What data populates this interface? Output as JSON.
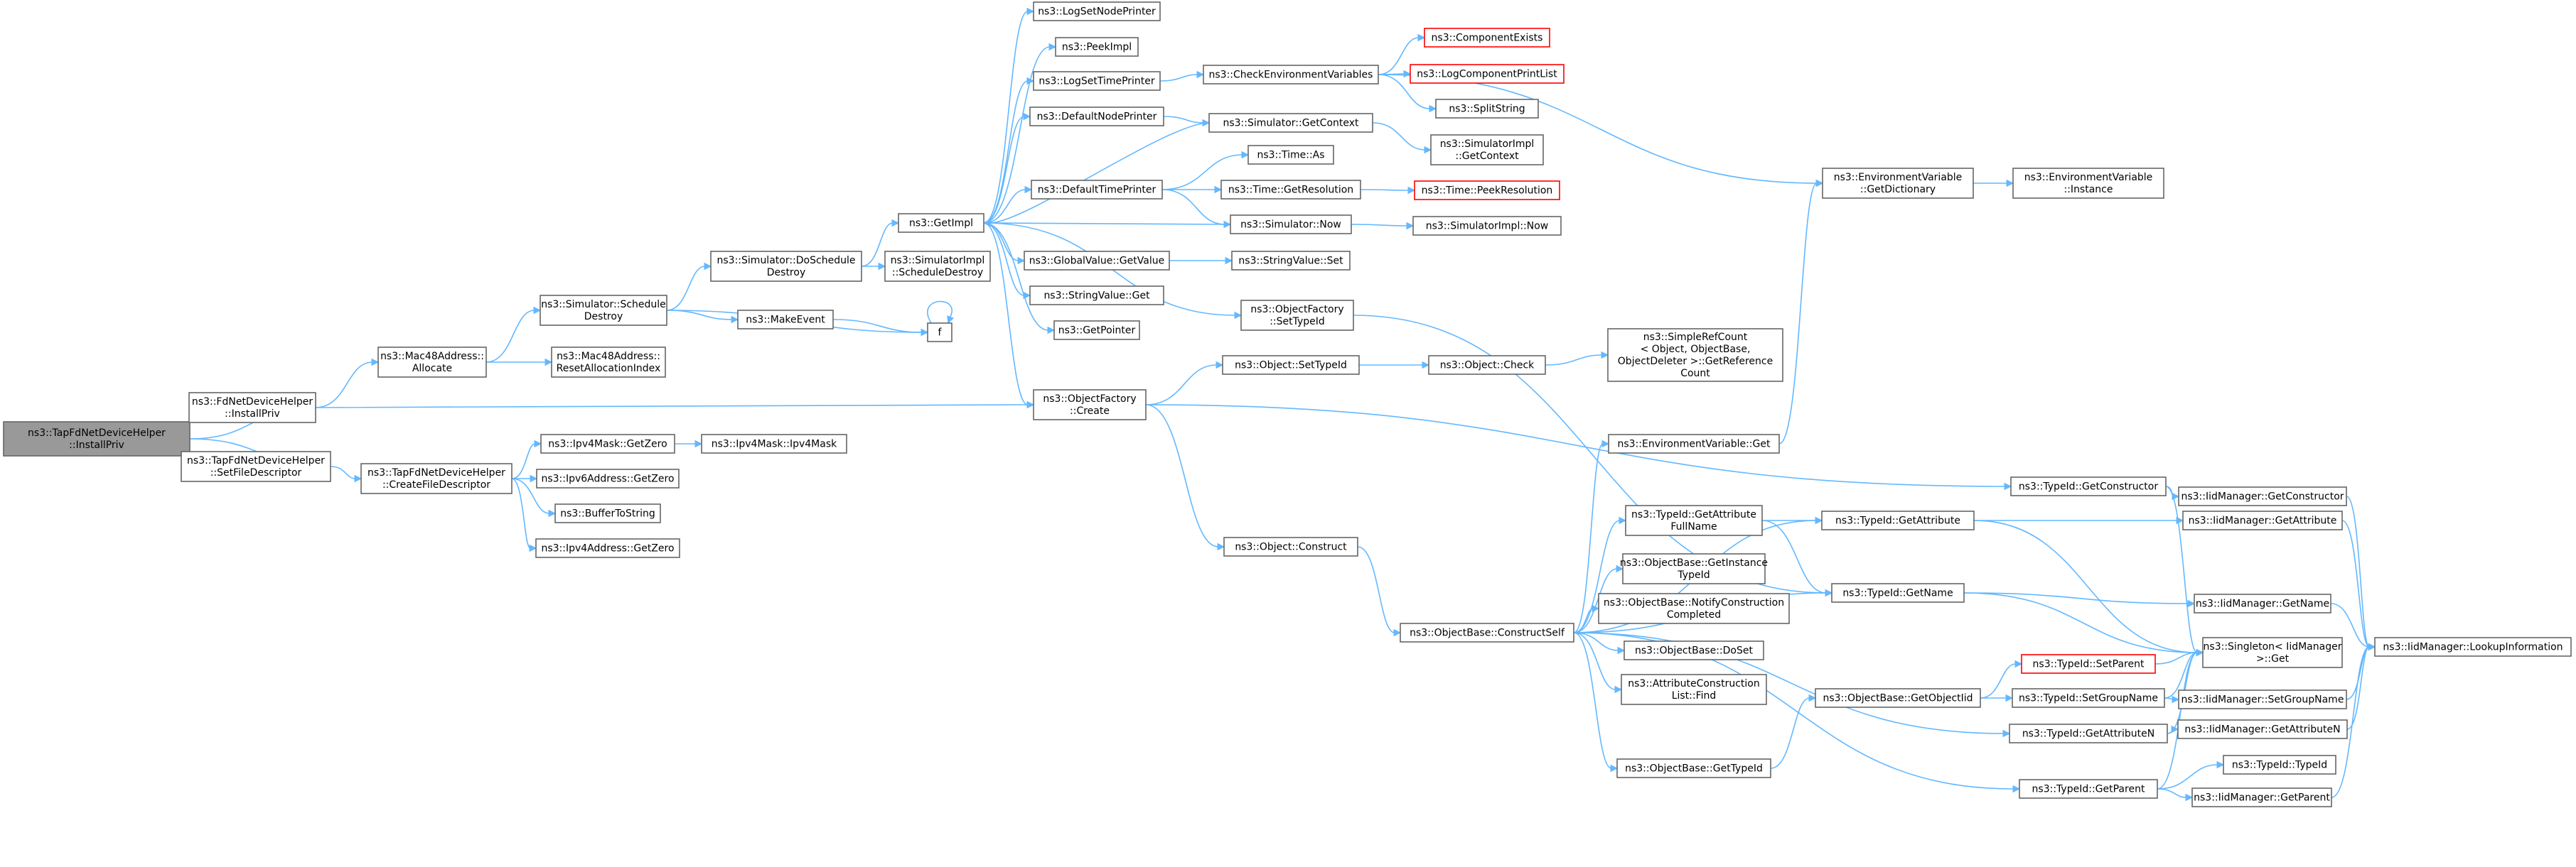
{
  "colors": {
    "edge": "#63b8ff",
    "node_border": "#666666",
    "node_border_incomplete": "#ff0000",
    "root_fill": "#999999",
    "node_fill": "#ffffff"
  },
  "nodes": [
    {
      "id": "root",
      "lines": [
        "ns3::TapFdNetDeviceHelper",
        "::InstallPriv"
      ],
      "style": "root"
    },
    {
      "id": "fd_install",
      "lines": [
        "ns3::FdNetDeviceHelper",
        "::InstallPriv"
      ]
    },
    {
      "id": "set_fd",
      "lines": [
        "ns3::TapFdNetDeviceHelper",
        "::SetFileDescriptor"
      ]
    },
    {
      "id": "mac_alloc",
      "lines": [
        "ns3::Mac48Address::",
        "Allocate"
      ]
    },
    {
      "id": "obj_factory_create",
      "lines": [
        "ns3::ObjectFactory",
        "::Create"
      ]
    },
    {
      "id": "create_fd",
      "lines": [
        "ns3::TapFdNetDeviceHelper",
        "::CreateFileDescriptor"
      ]
    },
    {
      "id": "sim_sched_destroy",
      "lines": [
        "ns3::Simulator::Schedule",
        "Destroy"
      ]
    },
    {
      "id": "mac_reset",
      "lines": [
        "ns3::Mac48Address::",
        "ResetAllocationIndex"
      ]
    },
    {
      "id": "sim_do_sched_destroy",
      "lines": [
        "ns3::Simulator::DoSchedule",
        "Destroy"
      ]
    },
    {
      "id": "make_event",
      "lines": [
        "ns3::MakeEvent"
      ]
    },
    {
      "id": "f",
      "lines": [
        "f"
      ]
    },
    {
      "id": "get_impl",
      "lines": [
        "ns3::GetImpl"
      ]
    },
    {
      "id": "simimpl_sched_destroy",
      "lines": [
        "ns3::SimulatorImpl",
        "::ScheduleDestroy"
      ]
    },
    {
      "id": "log_set_node_printer",
      "lines": [
        "ns3::LogSetNodePrinter"
      ]
    },
    {
      "id": "peek_impl",
      "lines": [
        "ns3::PeekImpl"
      ]
    },
    {
      "id": "log_set_time_printer",
      "lines": [
        "ns3::LogSetTimePrinter"
      ]
    },
    {
      "id": "default_node_printer",
      "lines": [
        "ns3::DefaultNodePrinter"
      ]
    },
    {
      "id": "default_time_printer",
      "lines": [
        "ns3::DefaultTimePrinter"
      ]
    },
    {
      "id": "global_value_get",
      "lines": [
        "ns3::GlobalValue::GetValue"
      ]
    },
    {
      "id": "string_value_get",
      "lines": [
        "ns3::StringValue::Get"
      ]
    },
    {
      "id": "get_pointer",
      "lines": [
        "ns3::GetPointer"
      ]
    },
    {
      "id": "obj_factory_set_tid",
      "lines": [
        "ns3::ObjectFactory",
        "::SetTypeId"
      ]
    },
    {
      "id": "check_env_vars",
      "lines": [
        "ns3::CheckEnvironmentVariables"
      ]
    },
    {
      "id": "sim_get_context",
      "lines": [
        "ns3::Simulator::GetContext"
      ]
    },
    {
      "id": "time_as",
      "lines": [
        "ns3::Time::As"
      ]
    },
    {
      "id": "time_get_resolution",
      "lines": [
        "ns3::Time::GetResolution"
      ]
    },
    {
      "id": "sim_now",
      "lines": [
        "ns3::Simulator::Now"
      ]
    },
    {
      "id": "string_value_set",
      "lines": [
        "ns3::StringValue::Set"
      ]
    },
    {
      "id": "component_exists",
      "lines": [
        "ns3::ComponentExists"
      ],
      "style": "red"
    },
    {
      "id": "log_component_print_list",
      "lines": [
        "ns3::LogComponentPrintList"
      ],
      "style": "red"
    },
    {
      "id": "split_string",
      "lines": [
        "ns3::SplitString"
      ]
    },
    {
      "id": "simimpl_get_context",
      "lines": [
        "ns3::SimulatorImpl",
        "::GetContext"
      ]
    },
    {
      "id": "time_peek_resolution",
      "lines": [
        "ns3::Time::PeekResolution"
      ],
      "style": "red"
    },
    {
      "id": "simimpl_now",
      "lines": [
        "ns3::SimulatorImpl::Now"
      ]
    },
    {
      "id": "env_var_get_dict",
      "lines": [
        "ns3::EnvironmentVariable",
        "::GetDictionary"
      ]
    },
    {
      "id": "env_var_instance",
      "lines": [
        "ns3::EnvironmentVariable",
        "::Instance"
      ]
    },
    {
      "id": "obj_set_tid",
      "lines": [
        "ns3::Object::SetTypeId"
      ]
    },
    {
      "id": "obj_check",
      "lines": [
        "ns3::Object::Check"
      ]
    },
    {
      "id": "simple_ref_count",
      "lines": [
        "ns3::SimpleRefCount",
        "< Object, ObjectBase,",
        "ObjectDeleter >::GetReference",
        "Count"
      ]
    },
    {
      "id": "ipv4mask_get_zero",
      "lines": [
        "ns3::Ipv4Mask::GetZero"
      ]
    },
    {
      "id": "ipv4mask_ctor",
      "lines": [
        "ns3::Ipv4Mask::Ipv4Mask"
      ]
    },
    {
      "id": "ipv6_get_zero",
      "lines": [
        "ns3::Ipv6Address::GetZero"
      ]
    },
    {
      "id": "buffer_to_string",
      "lines": [
        "ns3::BufferToString"
      ]
    },
    {
      "id": "ipv4addr_get_zero",
      "lines": [
        "ns3::Ipv4Address::GetZero"
      ]
    },
    {
      "id": "obj_construct",
      "lines": [
        "ns3::Object::Construct"
      ]
    },
    {
      "id": "objbase_construct_self",
      "lines": [
        "ns3::ObjectBase::ConstructSelf"
      ]
    },
    {
      "id": "env_var_get",
      "lines": [
        "ns3::EnvironmentVariable::Get"
      ]
    },
    {
      "id": "tid_get_attr_fullname",
      "lines": [
        "ns3::TypeId::GetAttribute",
        "FullName"
      ]
    },
    {
      "id": "objbase_get_instance_tid",
      "lines": [
        "ns3::ObjectBase::GetInstance",
        "TypeId"
      ]
    },
    {
      "id": "objbase_notify_construction",
      "lines": [
        "ns3::ObjectBase::NotifyConstruction",
        "Completed"
      ]
    },
    {
      "id": "objbase_doset",
      "lines": [
        "ns3::ObjectBase::DoSet"
      ]
    },
    {
      "id": "attr_construction_find",
      "lines": [
        "ns3::AttributeConstruction",
        "List::Find"
      ]
    },
    {
      "id": "objbase_get_tid",
      "lines": [
        "ns3::ObjectBase::GetTypeId"
      ]
    },
    {
      "id": "tid_get_constructor",
      "lines": [
        "ns3::TypeId::GetConstructor"
      ]
    },
    {
      "id": "tid_get_attribute",
      "lines": [
        "ns3::TypeId::GetAttribute"
      ]
    },
    {
      "id": "tid_get_name",
      "lines": [
        "ns3::TypeId::GetName"
      ]
    },
    {
      "id": "objbase_get_object_iid",
      "lines": [
        "ns3::ObjectBase::GetObjectIid"
      ]
    },
    {
      "id": "tid_set_parent",
      "lines": [
        "ns3::TypeId::SetParent"
      ],
      "style": "red"
    },
    {
      "id": "tid_set_group_name",
      "lines": [
        "ns3::TypeId::SetGroupName"
      ]
    },
    {
      "id": "tid_get_attribute_n",
      "lines": [
        "ns3::TypeId::GetAttributeN"
      ]
    },
    {
      "id": "tid_get_parent",
      "lines": [
        "ns3::TypeId::GetParent"
      ]
    },
    {
      "id": "iidm_get_constructor",
      "lines": [
        "ns3::IidManager::GetConstructor"
      ]
    },
    {
      "id": "iidm_get_attribute",
      "lines": [
        "ns3::IidManager::GetAttribute"
      ]
    },
    {
      "id": "iidm_get_name",
      "lines": [
        "ns3::IidManager::GetName"
      ]
    },
    {
      "id": "singleton_get",
      "lines": [
        "ns3::Singleton< IidManager",
        ">::Get"
      ]
    },
    {
      "id": "iidm_set_group_name",
      "lines": [
        "ns3::IidManager::SetGroupName"
      ]
    },
    {
      "id": "iidm_get_attribute_n",
      "lines": [
        "ns3::IidManager::GetAttributeN"
      ]
    },
    {
      "id": "tid_ctor",
      "lines": [
        "ns3::TypeId::TypeId"
      ]
    },
    {
      "id": "iidm_get_parent",
      "lines": [
        "ns3::IidManager::GetParent"
      ]
    },
    {
      "id": "iidm_lookup",
      "lines": [
        "ns3::IidManager::LookupInformation"
      ]
    }
  ],
  "edges": [
    [
      "root",
      "fd_install"
    ],
    [
      "root",
      "set_fd"
    ],
    [
      "fd_install",
      "mac_alloc"
    ],
    [
      "fd_install",
      "obj_factory_create"
    ],
    [
      "set_fd",
      "create_fd"
    ],
    [
      "mac_alloc",
      "sim_sched_destroy"
    ],
    [
      "mac_alloc",
      "mac_reset"
    ],
    [
      "sim_sched_destroy",
      "sim_do_sched_destroy"
    ],
    [
      "sim_sched_destroy",
      "make_event"
    ],
    [
      "sim_sched_destroy",
      "f"
    ],
    [
      "sim_do_sched_destroy",
      "get_impl"
    ],
    [
      "sim_do_sched_destroy",
      "simimpl_sched_destroy"
    ],
    [
      "make_event",
      "f"
    ],
    [
      "f",
      "f"
    ],
    [
      "get_impl",
      "log_set_node_printer"
    ],
    [
      "get_impl",
      "peek_impl"
    ],
    [
      "get_impl",
      "log_set_time_printer"
    ],
    [
      "get_impl",
      "default_node_printer"
    ],
    [
      "get_impl",
      "default_time_printer"
    ],
    [
      "get_impl",
      "global_value_get"
    ],
    [
      "get_impl",
      "string_value_get"
    ],
    [
      "get_impl",
      "get_pointer"
    ],
    [
      "get_impl",
      "obj_factory_set_tid"
    ],
    [
      "get_impl",
      "obj_factory_create"
    ],
    [
      "log_set_time_printer",
      "check_env_vars"
    ],
    [
      "default_node_printer",
      "sim_get_context"
    ],
    [
      "default_time_printer",
      "time_as"
    ],
    [
      "default_time_printer",
      "time_get_resolution"
    ],
    [
      "default_time_printer",
      "sim_now"
    ],
    [
      "global_value_get",
      "string_value_set"
    ],
    [
      "check_env_vars",
      "component_exists"
    ],
    [
      "check_env_vars",
      "log_component_print_list"
    ],
    [
      "check_env_vars",
      "split_string"
    ],
    [
      "check_env_vars",
      "env_var_get_dict"
    ],
    [
      "sim_get_context",
      "get_impl"
    ],
    [
      "sim_get_context",
      "simimpl_get_context"
    ],
    [
      "time_get_resolution",
      "time_peek_resolution"
    ],
    [
      "sim_now",
      "get_impl"
    ],
    [
      "sim_now",
      "simimpl_now"
    ],
    [
      "env_var_get_dict",
      "env_var_instance"
    ],
    [
      "obj_factory_set_tid",
      "tid_get_name"
    ],
    [
      "obj_factory_create",
      "obj_set_tid"
    ],
    [
      "obj_factory_create",
      "obj_construct"
    ],
    [
      "obj_factory_create",
      "tid_get_constructor"
    ],
    [
      "obj_set_tid",
      "obj_check"
    ],
    [
      "obj_check",
      "simple_ref_count"
    ],
    [
      "create_fd",
      "ipv4mask_get_zero"
    ],
    [
      "create_fd",
      "ipv6_get_zero"
    ],
    [
      "create_fd",
      "buffer_to_string"
    ],
    [
      "create_fd",
      "ipv4addr_get_zero"
    ],
    [
      "ipv4mask_get_zero",
      "ipv4mask_ctor"
    ],
    [
      "obj_construct",
      "objbase_construct_self"
    ],
    [
      "objbase_construct_self",
      "env_var_get"
    ],
    [
      "objbase_construct_self",
      "tid_get_attr_fullname"
    ],
    [
      "objbase_construct_self",
      "objbase_get_instance_tid"
    ],
    [
      "objbase_construct_self",
      "objbase_notify_construction"
    ],
    [
      "objbase_construct_self",
      "objbase_doset"
    ],
    [
      "objbase_construct_self",
      "attr_construction_find"
    ],
    [
      "objbase_construct_self",
      "objbase_get_tid"
    ],
    [
      "objbase_construct_self",
      "tid_get_attribute"
    ],
    [
      "objbase_construct_self",
      "tid_get_name"
    ],
    [
      "objbase_construct_self",
      "tid_get_attribute_n"
    ],
    [
      "objbase_construct_self",
      "tid_get_parent"
    ],
    [
      "env_var_get",
      "env_var_get_dict"
    ],
    [
      "tid_get_attr_fullname",
      "tid_get_attribute"
    ],
    [
      "tid_get_attr_fullname",
      "tid_get_name"
    ],
    [
      "objbase_get_tid",
      "objbase_get_object_iid"
    ],
    [
      "objbase_get_object_iid",
      "tid_set_parent"
    ],
    [
      "objbase_get_object_iid",
      "tid_set_group_name"
    ],
    [
      "tid_get_constructor",
      "iidm_get_constructor"
    ],
    [
      "tid_get_constructor",
      "singleton_get"
    ],
    [
      "tid_get_attribute",
      "iidm_get_attribute"
    ],
    [
      "tid_get_attribute",
      "singleton_get"
    ],
    [
      "tid_get_name",
      "iidm_get_name"
    ],
    [
      "tid_get_name",
      "singleton_get"
    ],
    [
      "tid_set_parent",
      "singleton_get"
    ],
    [
      "tid_set_group_name",
      "iidm_set_group_name"
    ],
    [
      "tid_set_group_name",
      "singleton_get"
    ],
    [
      "tid_get_attribute_n",
      "iidm_get_attribute_n"
    ],
    [
      "tid_get_attribute_n",
      "singleton_get"
    ],
    [
      "tid_get_parent",
      "tid_ctor"
    ],
    [
      "tid_get_parent",
      "iidm_get_parent"
    ],
    [
      "tid_get_parent",
      "singleton_get"
    ],
    [
      "iidm_get_constructor",
      "iidm_lookup"
    ],
    [
      "iidm_get_attribute",
      "iidm_lookup"
    ],
    [
      "iidm_get_name",
      "iidm_lookup"
    ],
    [
      "iidm_set_group_name",
      "iidm_lookup"
    ],
    [
      "iidm_get_attribute_n",
      "iidm_lookup"
    ],
    [
      "iidm_get_parent",
      "iidm_lookup"
    ]
  ]
}
